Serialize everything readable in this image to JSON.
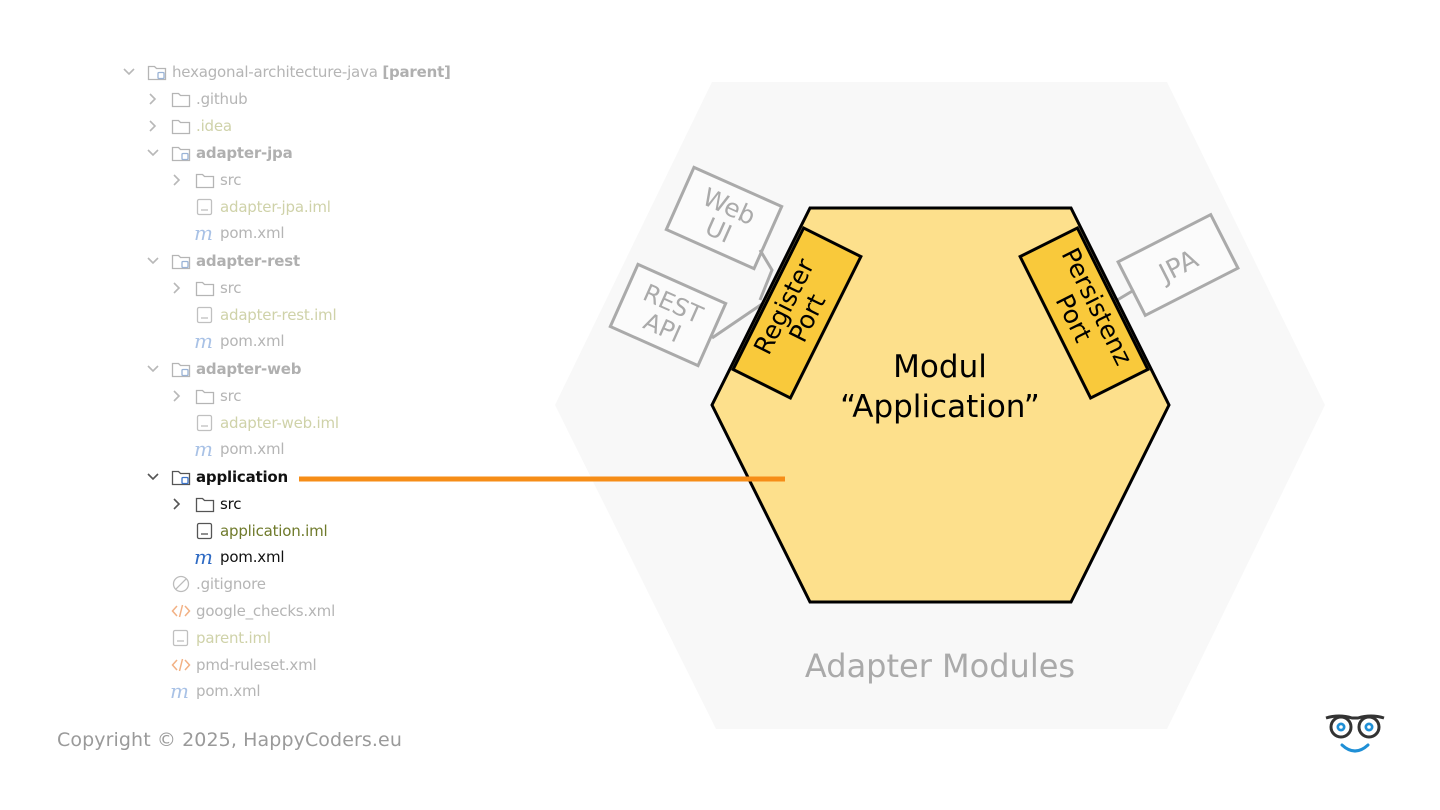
{
  "tree": {
    "root": {
      "label": "hexagonal-architecture-java",
      "suffix": "[parent]"
    },
    "items": [
      {
        "label": ".github"
      },
      {
        "label": ".idea"
      },
      {
        "label": "adapter-jpa"
      },
      {
        "label": "src"
      },
      {
        "label": "adapter-jpa.iml"
      },
      {
        "label": "pom.xml"
      },
      {
        "label": "adapter-rest"
      },
      {
        "label": "src"
      },
      {
        "label": "adapter-rest.iml"
      },
      {
        "label": "pom.xml"
      },
      {
        "label": "adapter-web"
      },
      {
        "label": "src"
      },
      {
        "label": "adapter-web.iml"
      },
      {
        "label": "pom.xml"
      },
      {
        "label": "application"
      },
      {
        "label": "src"
      },
      {
        "label": "application.iml"
      },
      {
        "label": "pom.xml"
      },
      {
        "label": ".gitignore"
      },
      {
        "label": "google_checks.xml"
      },
      {
        "label": "parent.iml"
      },
      {
        "label": "pmd-ruleset.xml"
      },
      {
        "label": "pom.xml"
      }
    ]
  },
  "diagram": {
    "outer_label": "Adapter Modules",
    "core_label_line1": "Modul",
    "core_label_line2": "“Application”",
    "left_port_line1": "Register",
    "left_port_line2": "Port",
    "right_port_line1": "Persistenz",
    "right_port_line2": "Port",
    "web_ui_line1": "Web",
    "web_ui_line2": "UI",
    "rest_api_line1": "REST",
    "rest_api_line2": "API",
    "jpa_label": "JPA",
    "colors": {
      "core_fill": "#fde08c",
      "port_fill": "#f9c93b",
      "connector": "#f68d17",
      "outer_fill": "#f8f8f8",
      "adapter_gray": "#aaaaaa"
    }
  },
  "footer": {
    "copyright": "Copyright © 2025, HappyCoders.eu"
  },
  "logo": {
    "icon": "glasses-smiley-icon"
  }
}
